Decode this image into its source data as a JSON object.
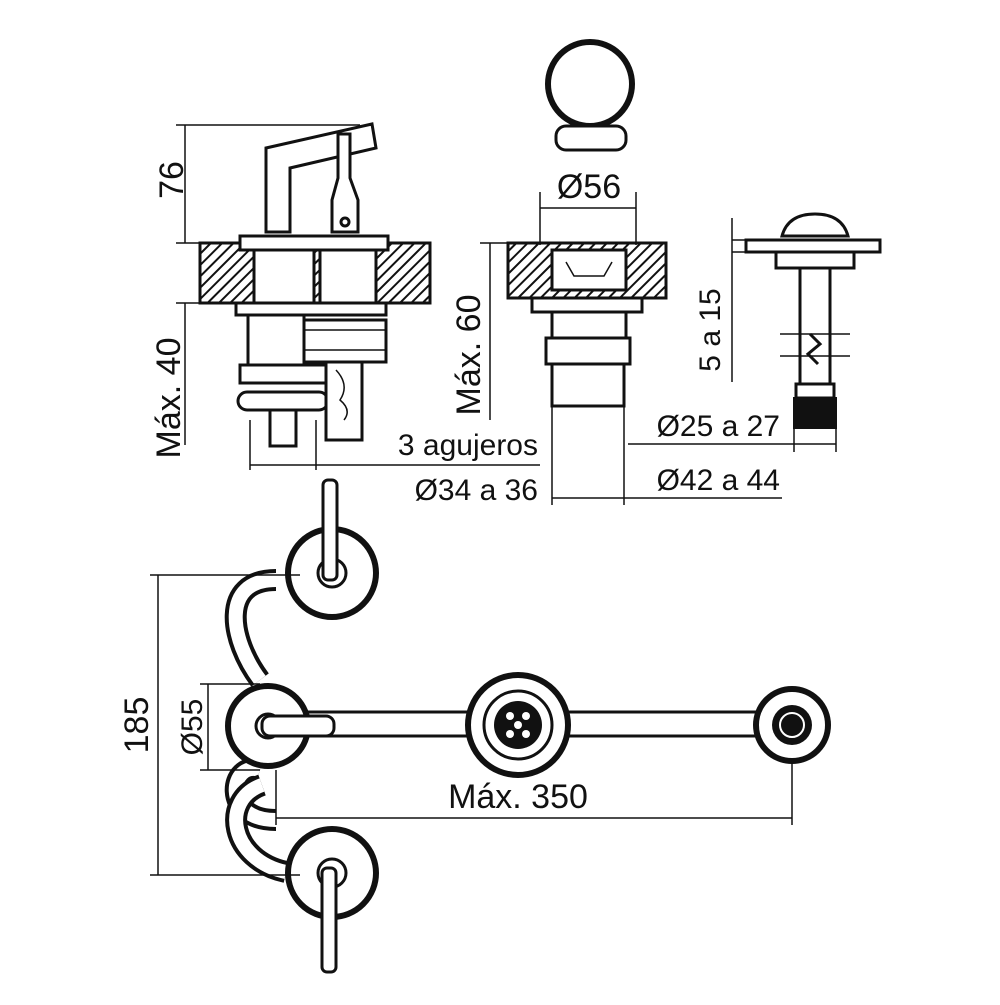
{
  "dimensions": {
    "height_76": "76",
    "max_40": "Máx. 40",
    "holes": "3 agujeros",
    "dia_34_36": "Ø34 a 36",
    "dia_56": "Ø56",
    "max_60": "Máx. 60",
    "dia_25_27": "Ø25 a 27",
    "dia_42_44": "Ø42 a 44",
    "range_5_15": "5 a 15",
    "height_185": "185",
    "dia_55": "Ø55",
    "max_350": "Máx. 350"
  },
  "colors": {
    "line": "#111111",
    "hatch": "#111111",
    "background": "#ffffff"
  }
}
